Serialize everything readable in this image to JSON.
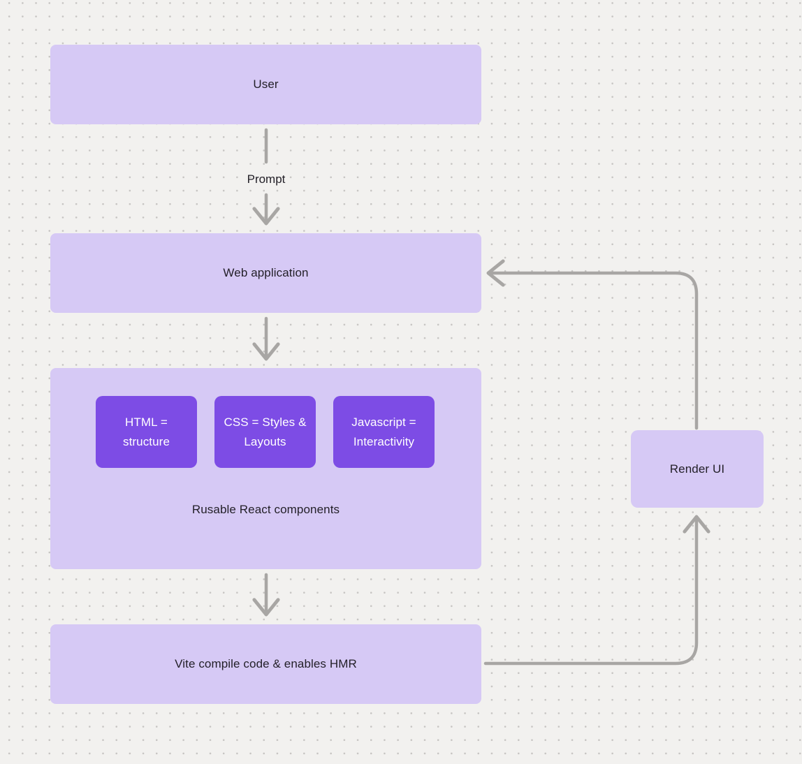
{
  "diagram": {
    "nodes": {
      "user": {
        "label": "User"
      },
      "web_application": {
        "label": "Web application"
      },
      "react_group": {
        "caption": "Rusable React components",
        "items": [
          {
            "label": "HTML = structure"
          },
          {
            "label": "CSS = Styles & Layouts"
          },
          {
            "label": "Javascript = Interactivity"
          }
        ]
      },
      "vite": {
        "label": "Vite compile code & enables HMR"
      },
      "render_ui": {
        "label": "Render UI"
      }
    },
    "edges": {
      "prompt_label": "Prompt"
    },
    "colors": {
      "canvas_background": "#f2f1ef",
      "dot_grid": "#c6c4c2",
      "node_fill": "#d6c9f5",
      "inner_node_fill": "#7d4ce5",
      "inner_node_text": "#ffffff",
      "label_text": "#221f27",
      "connector": "#a8a6a4"
    }
  }
}
